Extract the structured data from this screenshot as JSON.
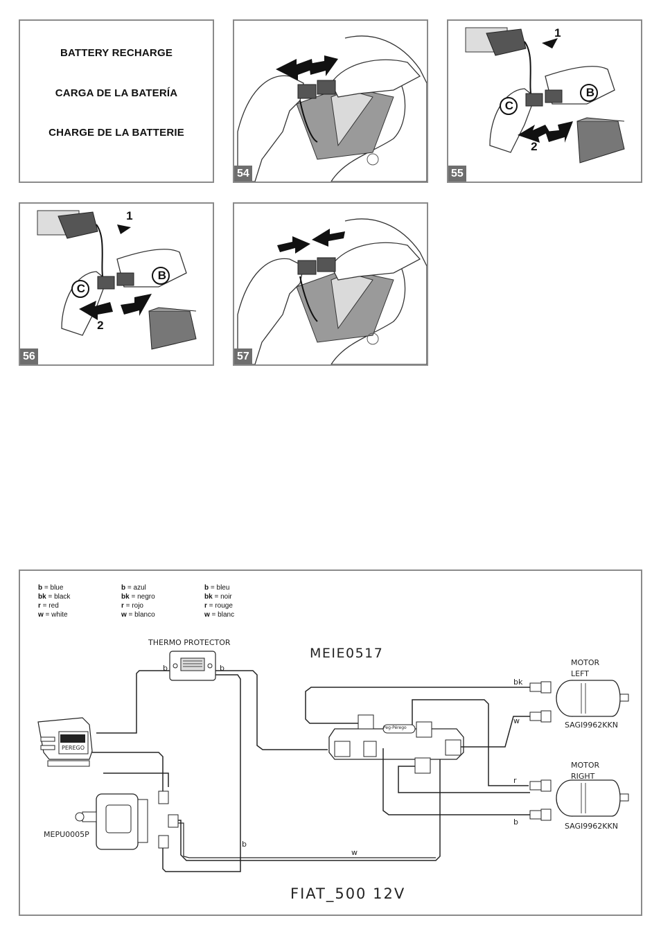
{
  "titles": {
    "en": "BATTERY RECHARGE",
    "es": "CARGA DE LA BATERÍA",
    "fr": "CHARGE DE LA BATTERIE"
  },
  "figures": {
    "f54": "54",
    "f55": "55",
    "f56": "56",
    "f57": "57"
  },
  "callouts": {
    "one": "1",
    "two": "2",
    "b": "B",
    "c": "C"
  },
  "legend": {
    "en": [
      {
        "code": "b",
        "text": " = blue"
      },
      {
        "code": "bk",
        "text": " = black"
      },
      {
        "code": "r",
        "text": " = red"
      },
      {
        "code": "w",
        "text": " = white"
      }
    ],
    "es": [
      {
        "code": "b",
        "text": " = azul"
      },
      {
        "code": "bk",
        "text": " = negro"
      },
      {
        "code": "r",
        "text": " = rojo"
      },
      {
        "code": "w",
        "text": " = blanco"
      }
    ],
    "fr": [
      {
        "code": "b",
        "text": " = bleu"
      },
      {
        "code": "bk",
        "text": " = noir"
      },
      {
        "code": "r",
        "text": " = rouge"
      },
      {
        "code": "w",
        "text": " = blanc"
      }
    ]
  },
  "wiring": {
    "thermo": "THERMO  PROTECTOR",
    "board_code": "MEIE0517",
    "motor_left": "MOTOR",
    "motor_left_side": "LEFT",
    "motor_left_code": "SAGI9962KKN",
    "motor_right": "MOTOR",
    "motor_right_side": "RIGHT",
    "motor_right_code": "SAGI9962KKN",
    "pedal_code": "MEPU0005P",
    "model": "FIAT_500   12V",
    "wire_b": "b",
    "wire_bk": "bk",
    "wire_w": "w",
    "wire_r": "r",
    "brand": "PEREGO",
    "brand2": "Peg-Pérego"
  }
}
